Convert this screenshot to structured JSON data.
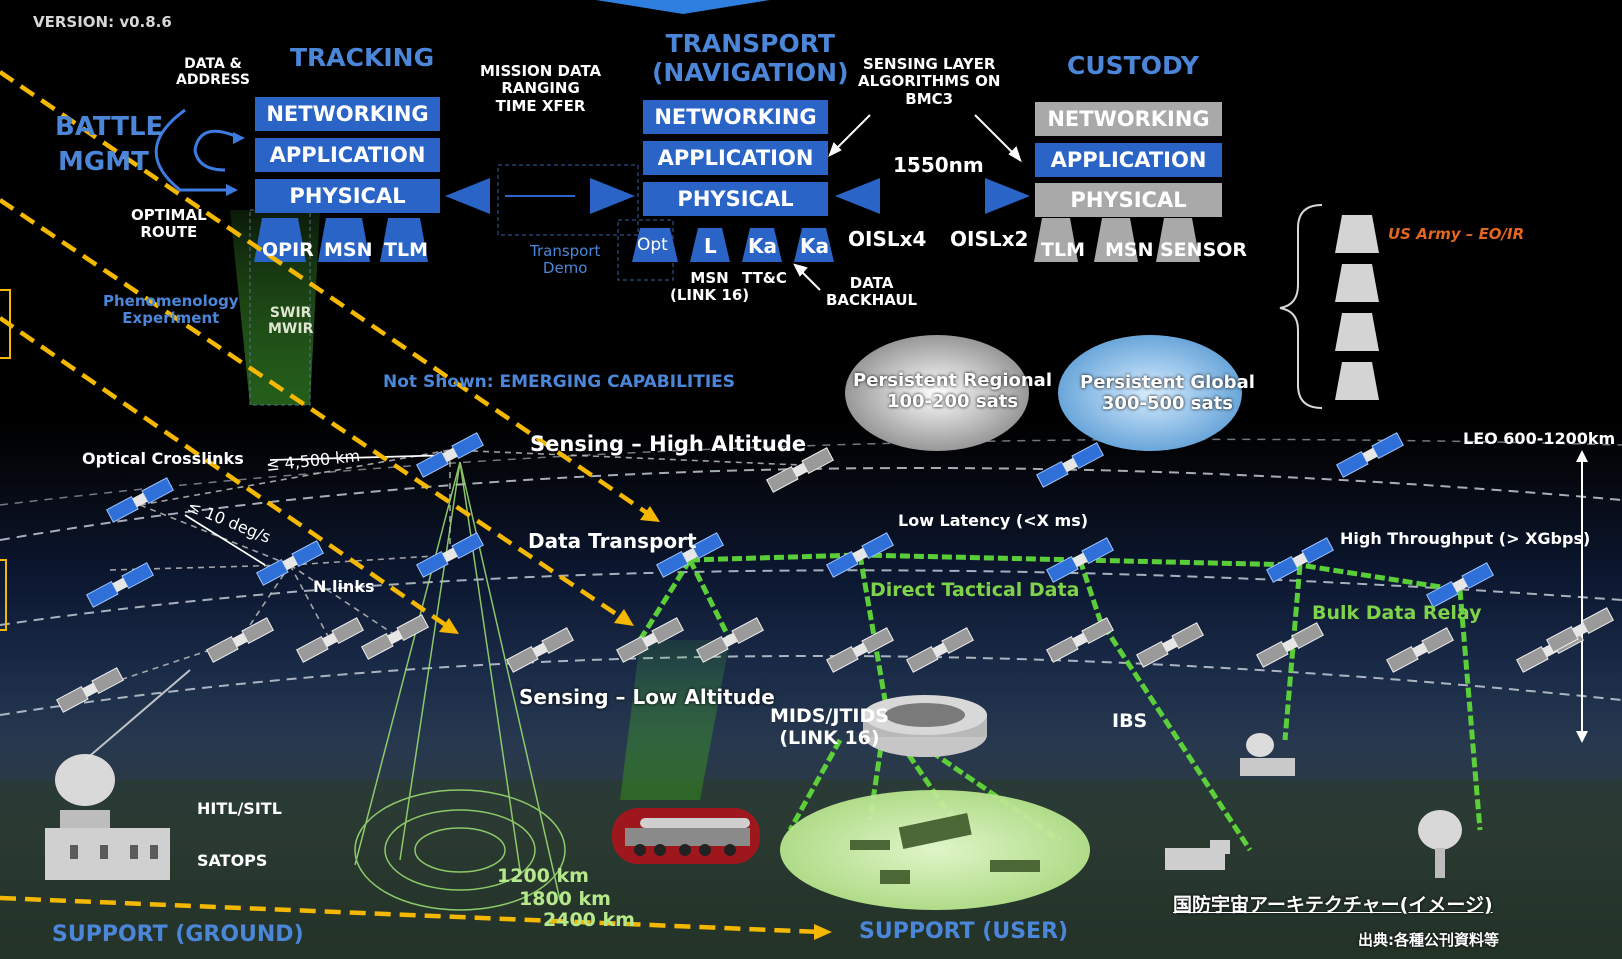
{
  "version": "VERSION:  v0.8.6",
  "left": {
    "battle": "BATTLE",
    "mgmt": "MGMT",
    "data_address": "DATA &\nADDRESS",
    "optimal_route": "OPTIMAL\nROUTE",
    "phenomenology": "Phenomenology\nExperiment"
  },
  "tracking": {
    "title": "TRACKING",
    "networking": "NETWORKING",
    "application": "APPLICATION",
    "physical": "PHYSICAL",
    "payloads": [
      "OPIR",
      "MSN",
      "TLM"
    ],
    "swir": "SWIR\nMWIR"
  },
  "mission_data": "MISSION DATA\nRANGING\nTIME XFER",
  "transport_demo": "Transport\nDemo",
  "transport": {
    "title": "TRANSPORT\n(NAVIGATION)",
    "networking": "NETWORKING",
    "application": "APPLICATION",
    "physical": "PHYSICAL",
    "payloads": [
      "Opt",
      "L",
      "Ka",
      "Ka"
    ],
    "msn_link": "MSN\n(LINK 16)",
    "ttc": "TT&C",
    "data_backhaul": "DATA\nBACKHAUL",
    "oisl4": "OISLx4",
    "oisl2": "OISLx2",
    "wavelength": "1550nm",
    "sensing_layer": "SENSING LAYER\nALGORITHMS ON\nBMC3"
  },
  "custody": {
    "title": "CUSTODY",
    "networking": "NETWORKING",
    "application": "APPLICATION",
    "physical": "PHYSICAL",
    "payloads": [
      "TLM",
      "MSN",
      "SENSOR"
    ]
  },
  "us_army": "US Army – EO/IR",
  "not_shown": "Not Shown: EMERGING CAPABILITIES",
  "persistent_regional": "Persistent Regional\n100-200 sats",
  "persistent_global": "Persistent Global\n300-500 sats",
  "scene": {
    "optical_crosslinks": "Optical Crosslinks",
    "range_4500": "≤ 4,500 km",
    "deg_s": "≤ 10 deg/s",
    "n_links": "N links",
    "sensing_high": "Sensing – High Altitude",
    "data_transport": "Data Transport",
    "low_latency": "Low Latency (<X ms)",
    "direct_tactical": "Direct Tactical Data",
    "high_throughput": "High Throughput (> XGbps)",
    "bulk_relay": "Bulk Data Relay",
    "leo": "LEO 600-1200km",
    "sensing_low": "Sensing – Low Altitude",
    "mids": "MIDS/JTIDS\n(LINK 16)",
    "ibs": "IBS",
    "hitl": "HITL/SITL",
    "satops": "SATOPS",
    "km1200": "1200 km",
    "km1800": "1800 km",
    "km2400": "2400 km",
    "support_ground": "SUPPORT (GROUND)",
    "support_user": "SUPPORT (USER)"
  },
  "caption": {
    "title": "国防宇宙アーキテクチャー(イメージ)",
    "source": "出典:各種公刊資料等"
  },
  "colors": {
    "box_blue": "#2a64c6",
    "box_gray": "#a9a9a9",
    "label_blue": "#4b86d9",
    "link_green": "#5fd83a",
    "arrow_yellow": "#f5b800"
  }
}
